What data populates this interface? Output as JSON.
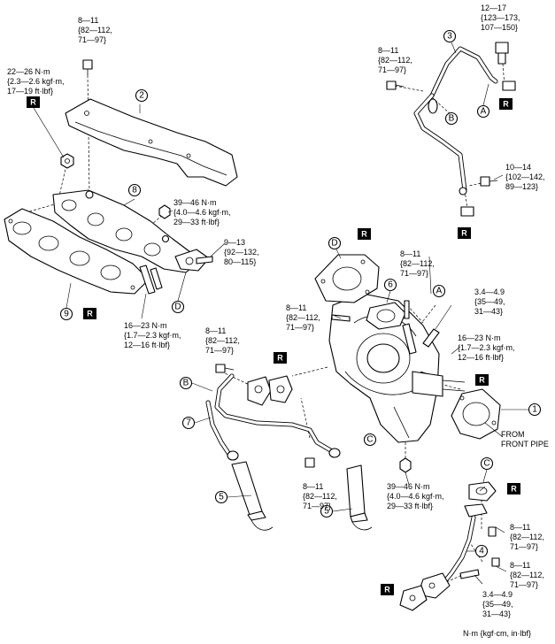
{
  "torque_specs": [
    {
      "id": "t1",
      "lines": [
        "8—11",
        "{82—112,",
        "71—97}"
      ]
    },
    {
      "id": "t2",
      "lines": [
        "22—26 N·m",
        "{2.3—2.6 kgf·m,",
        "17—19 ft·lbf}"
      ]
    },
    {
      "id": "t3",
      "lines": [
        "39—46 N·m",
        "{4.0—4.6 kgf·m,",
        "29—33 ft·lbf}"
      ]
    },
    {
      "id": "t4",
      "lines": [
        "9—13",
        "{92—132,",
        "80—115}"
      ]
    },
    {
      "id": "t5",
      "lines": [
        "16—23 N·m",
        "{1.7—2.3 kgf·m,",
        "12—16 ft·lbf}"
      ]
    },
    {
      "id": "t6",
      "lines": [
        "8—11",
        "{82—112,",
        "71—97}"
      ]
    },
    {
      "id": "t7",
      "lines": [
        "8—11",
        "{82—112,",
        "71—97}"
      ]
    },
    {
      "id": "t8",
      "lines": [
        "12—17",
        "{123—173,",
        "107—150}"
      ]
    },
    {
      "id": "t9",
      "lines": [
        "10—14",
        "{102—142,",
        "89—123}"
      ]
    },
    {
      "id": "t10",
      "lines": [
        "8—11",
        "{82—112,",
        "71—97}"
      ]
    },
    {
      "id": "t11",
      "lines": [
        "8—11",
        "{82—112,",
        "71—97}"
      ]
    },
    {
      "id": "t12",
      "lines": [
        "3.4—4.9",
        "{35—49,",
        "31—43}"
      ]
    },
    {
      "id": "t13",
      "lines": [
        "16—23 N·m",
        "{1.7—2.3 kgf·m,",
        "12—16 ft·lbf}"
      ]
    },
    {
      "id": "t14",
      "lines": [
        "8—11",
        "{82—112,",
        "71—97}"
      ]
    },
    {
      "id": "t15",
      "lines": [
        "39—46 N·m",
        "{4.0—4.6 kgf·m,",
        "29—33 ft·lbf}"
      ]
    },
    {
      "id": "t16",
      "lines": [
        "8—11",
        "{82—112,",
        "71—97}"
      ]
    },
    {
      "id": "t17",
      "lines": [
        "8—11",
        "{82—112,",
        "71—97}"
      ]
    },
    {
      "id": "t18",
      "lines": [
        "3.4—4.9",
        "{35—49,",
        "31—43}"
      ]
    }
  ],
  "part_numbers": [
    "1",
    "2",
    "3",
    "4",
    "5",
    "5",
    "6",
    "7",
    "8",
    "9"
  ],
  "reference_letters": [
    "A",
    "A",
    "B",
    "B",
    "C",
    "C",
    "D",
    "D"
  ],
  "replace_mark": "R",
  "note_from_front_pipe": [
    "FROM",
    "FRONT PIPE"
  ],
  "units_note": "N·m {kgf·cm, in·lbf}"
}
